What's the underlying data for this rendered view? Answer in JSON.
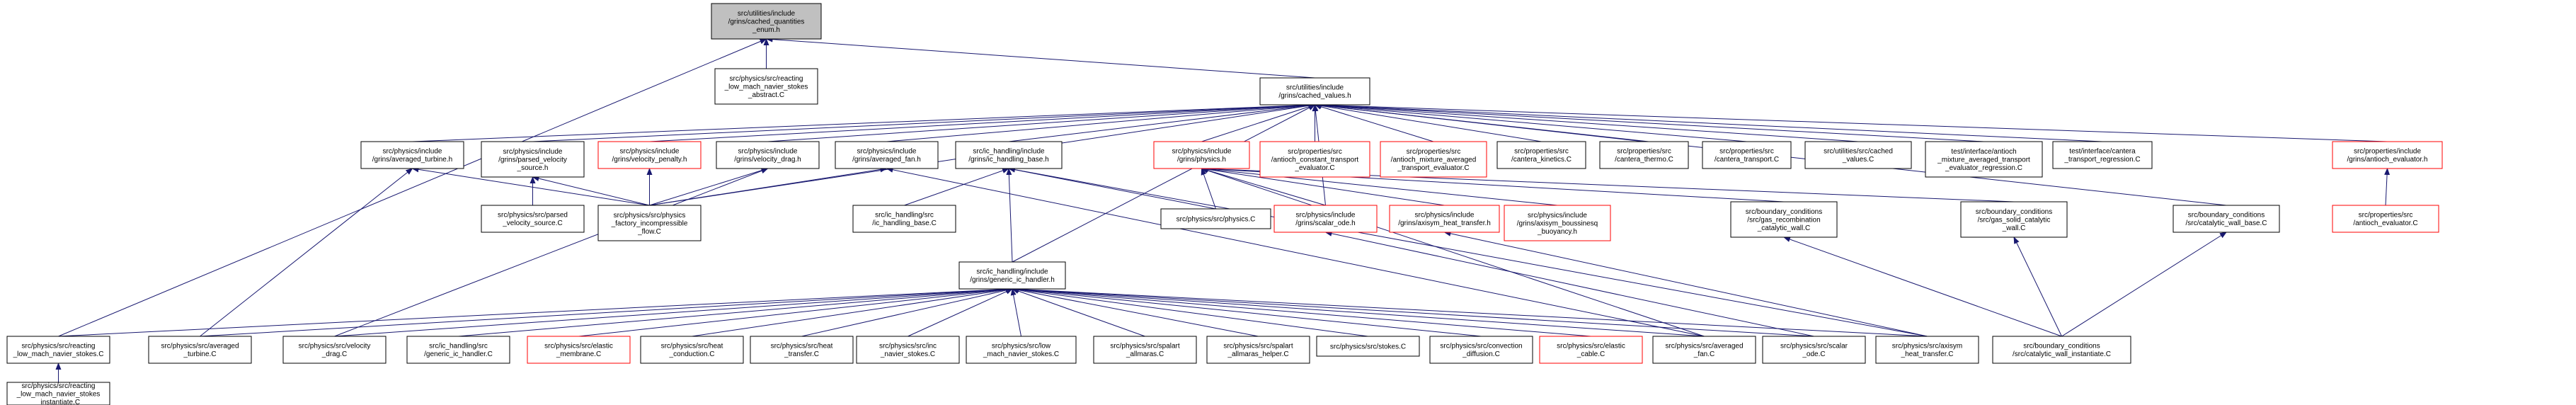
{
  "nodes": {
    "root": {
      "lines": [
        "src/utilities/include",
        "/grins/cached_quantities",
        "_enum.h"
      ],
      "color": "#000000",
      "fill": "#c0c0c0"
    },
    "reacting_abs": {
      "lines": [
        "src/physics/src/reacting",
        "_low_mach_navier_stokes",
        "_abstract.C"
      ],
      "color": "#000000"
    },
    "cached_values": {
      "lines": [
        "src/utilities/include",
        "/grins/cached_values.h"
      ],
      "color": "#000000"
    },
    "averaged_turbine_h": {
      "lines": [
        "src/physics/include",
        "/grins/averaged_turbine.h"
      ],
      "color": "#000000"
    },
    "parsed_velocity_h": {
      "lines": [
        "src/physics/include",
        "/grins/parsed_velocity",
        "_source.h"
      ],
      "color": "#000000"
    },
    "velocity_penalty_h": {
      "lines": [
        "src/physics/include",
        "/grins/velocity_penalty.h"
      ],
      "color": "#ff0000"
    },
    "velocity_drag_h": {
      "lines": [
        "src/physics/include",
        "/grins/velocity_drag.h"
      ],
      "color": "#000000"
    },
    "averaged_fan_h": {
      "lines": [
        "src/physics/include",
        "/grins/averaged_fan.h"
      ],
      "color": "#000000"
    },
    "ic_handling_base_h": {
      "lines": [
        "src/ic_handling/include",
        "/grins/ic_handling_base.h"
      ],
      "color": "#000000"
    },
    "physics_h": {
      "lines": [
        "src/physics/include",
        "/grins/physics.h"
      ],
      "color": "#ff0000"
    },
    "antioch_const": {
      "lines": [
        "src/properties/src",
        "/antioch_constant_transport",
        "_evaluator.C"
      ],
      "color": "#ff0000"
    },
    "antioch_mix": {
      "lines": [
        "src/properties/src",
        "/antioch_mixture_averaged",
        "_transport_evaluator.C"
      ],
      "color": "#ff0000"
    },
    "cantera_kinetics": {
      "lines": [
        "src/properties/src",
        "/cantera_kinetics.C"
      ],
      "color": "#000000"
    },
    "cantera_thermo": {
      "lines": [
        "src/properties/src",
        "/cantera_thermo.C"
      ],
      "color": "#000000"
    },
    "cantera_transport": {
      "lines": [
        "src/properties/src",
        "/cantera_transport.C"
      ],
      "color": "#000000"
    },
    "cached_values_c": {
      "lines": [
        "src/utilities/src/cached",
        "_values.C"
      ],
      "color": "#000000"
    },
    "test_antioch": {
      "lines": [
        "test/interface/antioch",
        "_mixture_averaged_transport",
        "_evaluator_regression.C"
      ],
      "color": "#000000"
    },
    "test_cantera": {
      "lines": [
        "test/interface/cantera",
        "_transport_regression.C"
      ],
      "color": "#000000"
    },
    "antioch_eval_h": {
      "lines": [
        "src/properties/include",
        "/grins/antioch_evaluator.h"
      ],
      "color": "#ff0000"
    },
    "parsed_velocity_c": {
      "lines": [
        "src/physics/src/parsed",
        "_velocity_source.C"
      ],
      "color": "#000000"
    },
    "physics_factory": {
      "lines": [
        "src/physics/src/physics",
        "_factory_incompressible",
        "_flow.C"
      ],
      "color": "#000000"
    },
    "ic_handling_base_c": {
      "lines": [
        "src/ic_handling/src",
        "/ic_handling_base.C"
      ],
      "color": "#000000"
    },
    "generic_ic_h": {
      "lines": [
        "src/ic_handling/include",
        "/grins/generic_ic_handler.h"
      ],
      "color": "#000000"
    },
    "physics_c": {
      "lines": [
        "src/physics/src/physics.C"
      ],
      "color": "#000000"
    },
    "scalar_ode_h": {
      "lines": [
        "src/physics/include",
        "/grins/scalar_ode.h"
      ],
      "color": "#ff0000"
    },
    "axisym_heat_h": {
      "lines": [
        "src/physics/include",
        "/grins/axisym_heat_transfer.h"
      ],
      "color": "#ff0000"
    },
    "axisym_bouss_h": {
      "lines": [
        "src/physics/include",
        "/grins/axisym_boussinesq",
        "_buoyancy.h"
      ],
      "color": "#ff0000"
    },
    "gas_recomb_h": {
      "lines": [
        "src/boundary_conditions",
        "/src/gas_recombination",
        "_catalytic_wall.C"
      ],
      "color": "#000000"
    },
    "gas_solid_h": {
      "lines": [
        "src/boundary_conditions",
        "/src/gas_solid_catalytic",
        "_wall.C"
      ],
      "color": "#000000"
    },
    "catalytic_base_c": {
      "lines": [
        "src/boundary_conditions",
        "/src/catalytic_wall_base.C"
      ],
      "color": "#000000"
    },
    "antioch_eval_c": {
      "lines": [
        "src/properties/src",
        "/antioch_evaluator.C"
      ],
      "color": "#ff0000"
    },
    "reacting_c": {
      "lines": [
        "src/physics/src/reacting",
        "_low_mach_navier_stokes.C"
      ],
      "color": "#000000"
    },
    "averaged_turbine_c": {
      "lines": [
        "src/physics/src/averaged",
        "_turbine.C"
      ],
      "color": "#000000"
    },
    "velocity_drag_c": {
      "lines": [
        "src/physics/src/velocity",
        "_drag.C"
      ],
      "color": "#000000"
    },
    "generic_ic_c": {
      "lines": [
        "src/ic_handling/src",
        "/generic_ic_handler.C"
      ],
      "color": "#000000"
    },
    "elastic_membrane_c": {
      "lines": [
        "src/physics/src/elastic",
        "_membrane.C"
      ],
      "color": "#ff0000"
    },
    "heat_conduction_c": {
      "lines": [
        "src/physics/src/heat",
        "_conduction.C"
      ],
      "color": "#000000"
    },
    "heat_transfer_c": {
      "lines": [
        "src/physics/src/heat",
        "_transfer.C"
      ],
      "color": "#000000"
    },
    "inc_ns_c": {
      "lines": [
        "src/physics/src/inc",
        "_navier_stokes.C"
      ],
      "color": "#000000"
    },
    "low_mach_c": {
      "lines": [
        "src/physics/src/low",
        "_mach_navier_stokes.C"
      ],
      "color": "#000000"
    },
    "spalart_c": {
      "lines": [
        "src/physics/src/spalart",
        "_allmaras.C"
      ],
      "color": "#000000"
    },
    "spalart_helper_c": {
      "lines": [
        "src/physics/src/spalart",
        "_allmaras_helper.C"
      ],
      "color": "#000000"
    },
    "stokes_c": {
      "lines": [
        "src/physics/src/stokes.C"
      ],
      "color": "#000000"
    },
    "convection_c": {
      "lines": [
        "src/physics/src/convection",
        "_diffusion.C"
      ],
      "color": "#000000"
    },
    "elastic_cable_c": {
      "lines": [
        "src/physics/src/elastic",
        "_cable.C"
      ],
      "color": "#ff0000"
    },
    "averaged_fan_c": {
      "lines": [
        "src/physics/src/averaged",
        "_fan.C"
      ],
      "color": "#000000"
    },
    "scalar_ode_c": {
      "lines": [
        "src/physics/src/scalar",
        "_ode.C"
      ],
      "color": "#000000"
    },
    "axisym_heat_c": {
      "lines": [
        "src/physics/src/axisym",
        "_heat_transfer.C"
      ],
      "color": "#000000"
    },
    "catalytic_inst_c": {
      "lines": [
        "src/boundary_conditions",
        "/src/catalytic_wall_instantiate.C"
      ],
      "color": "#000000"
    },
    "reacting_inst_c": {
      "lines": [
        "src/physics/src/reacting",
        "_low_mach_navier_stokes",
        "_instantiate.C"
      ],
      "color": "#000000"
    }
  },
  "edges": [
    [
      "reacting_abs",
      "root"
    ],
    [
      "cached_values",
      "root"
    ],
    [
      "reacting_c",
      "root"
    ],
    [
      "averaged_turbine_h",
      "cached_values"
    ],
    [
      "parsed_velocity_h",
      "cached_values"
    ],
    [
      "velocity_penalty_h",
      "cached_values"
    ],
    [
      "velocity_drag_h",
      "cached_values"
    ],
    [
      "averaged_fan_h",
      "cached_values"
    ],
    [
      "ic_handling_base_h",
      "cached_values"
    ],
    [
      "physics_h",
      "cached_values"
    ],
    [
      "antioch_const",
      "cached_values"
    ],
    [
      "antioch_mix",
      "cached_values"
    ],
    [
      "cantera_kinetics",
      "cached_values"
    ],
    [
      "cantera_thermo",
      "cached_values"
    ],
    [
      "cantera_transport",
      "cached_values"
    ],
    [
      "cached_values_c",
      "cached_values"
    ],
    [
      "test_antioch",
      "cached_values"
    ],
    [
      "test_cantera",
      "cached_values"
    ],
    [
      "antioch_eval_h",
      "cached_values"
    ],
    [
      "generic_ic_h",
      "cached_values"
    ],
    [
      "scalar_ode_h",
      "cached_values"
    ],
    [
      "catalytic_base_c",
      "cached_values"
    ],
    [
      "physics_factory",
      "cached_values"
    ],
    [
      "averaged_turbine_c",
      "averaged_turbine_h"
    ],
    [
      "physics_factory",
      "averaged_turbine_h"
    ],
    [
      "parsed_velocity_c",
      "parsed_velocity_h"
    ],
    [
      "physics_factory",
      "parsed_velocity_h"
    ],
    [
      "physics_factory",
      "velocity_penalty_h"
    ],
    [
      "physics_factory",
      "velocity_drag_h"
    ],
    [
      "velocity_drag_c",
      "velocity_drag_h"
    ],
    [
      "physics_factory",
      "averaged_fan_h"
    ],
    [
      "averaged_fan_c",
      "averaged_fan_h"
    ],
    [
      "ic_handling_base_c",
      "ic_handling_base_h"
    ],
    [
      "generic_ic_h",
      "ic_handling_base_h"
    ],
    [
      "physics_c",
      "ic_handling_base_h"
    ],
    [
      "axisym_heat_c",
      "ic_handling_base_h"
    ],
    [
      "physics_c",
      "physics_h"
    ],
    [
      "scalar_ode_h",
      "physics_h"
    ],
    [
      "axisym_heat_h",
      "physics_h"
    ],
    [
      "axisym_bouss_h",
      "physics_h"
    ],
    [
      "gas_recomb_h",
      "physics_h"
    ],
    [
      "gas_solid_h",
      "physics_h"
    ],
    [
      "averaged_fan_c",
      "physics_h"
    ],
    [
      "antioch_eval_c",
      "antioch_eval_h"
    ],
    [
      "reacting_c",
      "generic_ic_h"
    ],
    [
      "averaged_turbine_c",
      "generic_ic_h"
    ],
    [
      "velocity_drag_c",
      "generic_ic_h"
    ],
    [
      "generic_ic_c",
      "generic_ic_h"
    ],
    [
      "elastic_membrane_c",
      "generic_ic_h"
    ],
    [
      "heat_conduction_c",
      "generic_ic_h"
    ],
    [
      "heat_transfer_c",
      "generic_ic_h"
    ],
    [
      "inc_ns_c",
      "generic_ic_h"
    ],
    [
      "low_mach_c",
      "generic_ic_h"
    ],
    [
      "spalart_c",
      "generic_ic_h"
    ],
    [
      "spalart_helper_c",
      "generic_ic_h"
    ],
    [
      "stokes_c",
      "generic_ic_h"
    ],
    [
      "convection_c",
      "generic_ic_h"
    ],
    [
      "elastic_cable_c",
      "generic_ic_h"
    ],
    [
      "averaged_fan_c",
      "generic_ic_h"
    ],
    [
      "scalar_ode_c",
      "generic_ic_h"
    ],
    [
      "axisym_heat_c",
      "generic_ic_h"
    ],
    [
      "scalar_ode_c",
      "scalar_ode_h"
    ],
    [
      "axisym_heat_c",
      "axisym_heat_h"
    ],
    [
      "catalytic_inst_c",
      "gas_recomb_h"
    ],
    [
      "catalytic_inst_c",
      "gas_solid_h"
    ],
    [
      "catalytic_inst_c",
      "catalytic_base_c"
    ],
    [
      "reacting_inst_c",
      "reacting_c"
    ]
  ]
}
